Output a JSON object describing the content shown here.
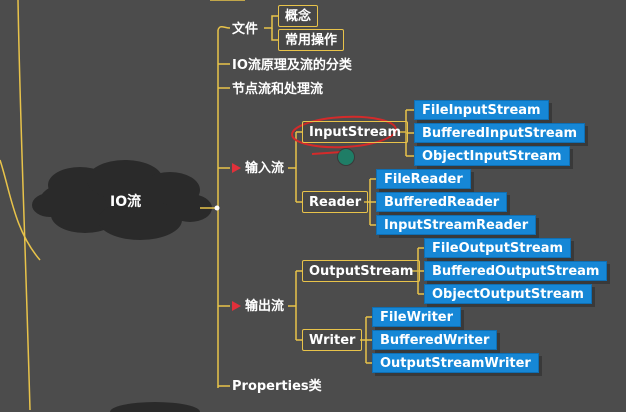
{
  "root": {
    "label": "IO流"
  },
  "branches": {
    "file": {
      "label": "文件",
      "children": [
        "概念",
        "常用操作"
      ]
    },
    "principle": {
      "label": "IO流原理及流的分类"
    },
    "node_stream": {
      "label": "节点流和处理流"
    },
    "input": {
      "label": "输入流",
      "inputstream": {
        "label": "InputStream",
        "children": [
          "FileInputStream",
          "BufferedInputStream",
          "ObjectInputStream"
        ]
      },
      "reader": {
        "label": "Reader",
        "children": [
          "FileReader",
          "BufferedReader",
          "InputStreamReader"
        ]
      }
    },
    "output": {
      "label": "输出流",
      "outputstream": {
        "label": "OutputStream",
        "children": [
          "FileOutputStream",
          "BufferedOutputStream",
          "ObjectOutputStream"
        ]
      },
      "writer": {
        "label": "Writer",
        "children": [
          "FileWriter",
          "BufferedWriter",
          "OutputStreamWriter"
        ]
      }
    },
    "properties": {
      "label": "Properties类"
    }
  },
  "colors": {
    "background": "#4c4c4c",
    "connector": "#e8c34a",
    "leaf": "#1687d6",
    "cloud": "#2a2a2a",
    "annotation": "#d42a2a",
    "flag": "#e0303a"
  }
}
